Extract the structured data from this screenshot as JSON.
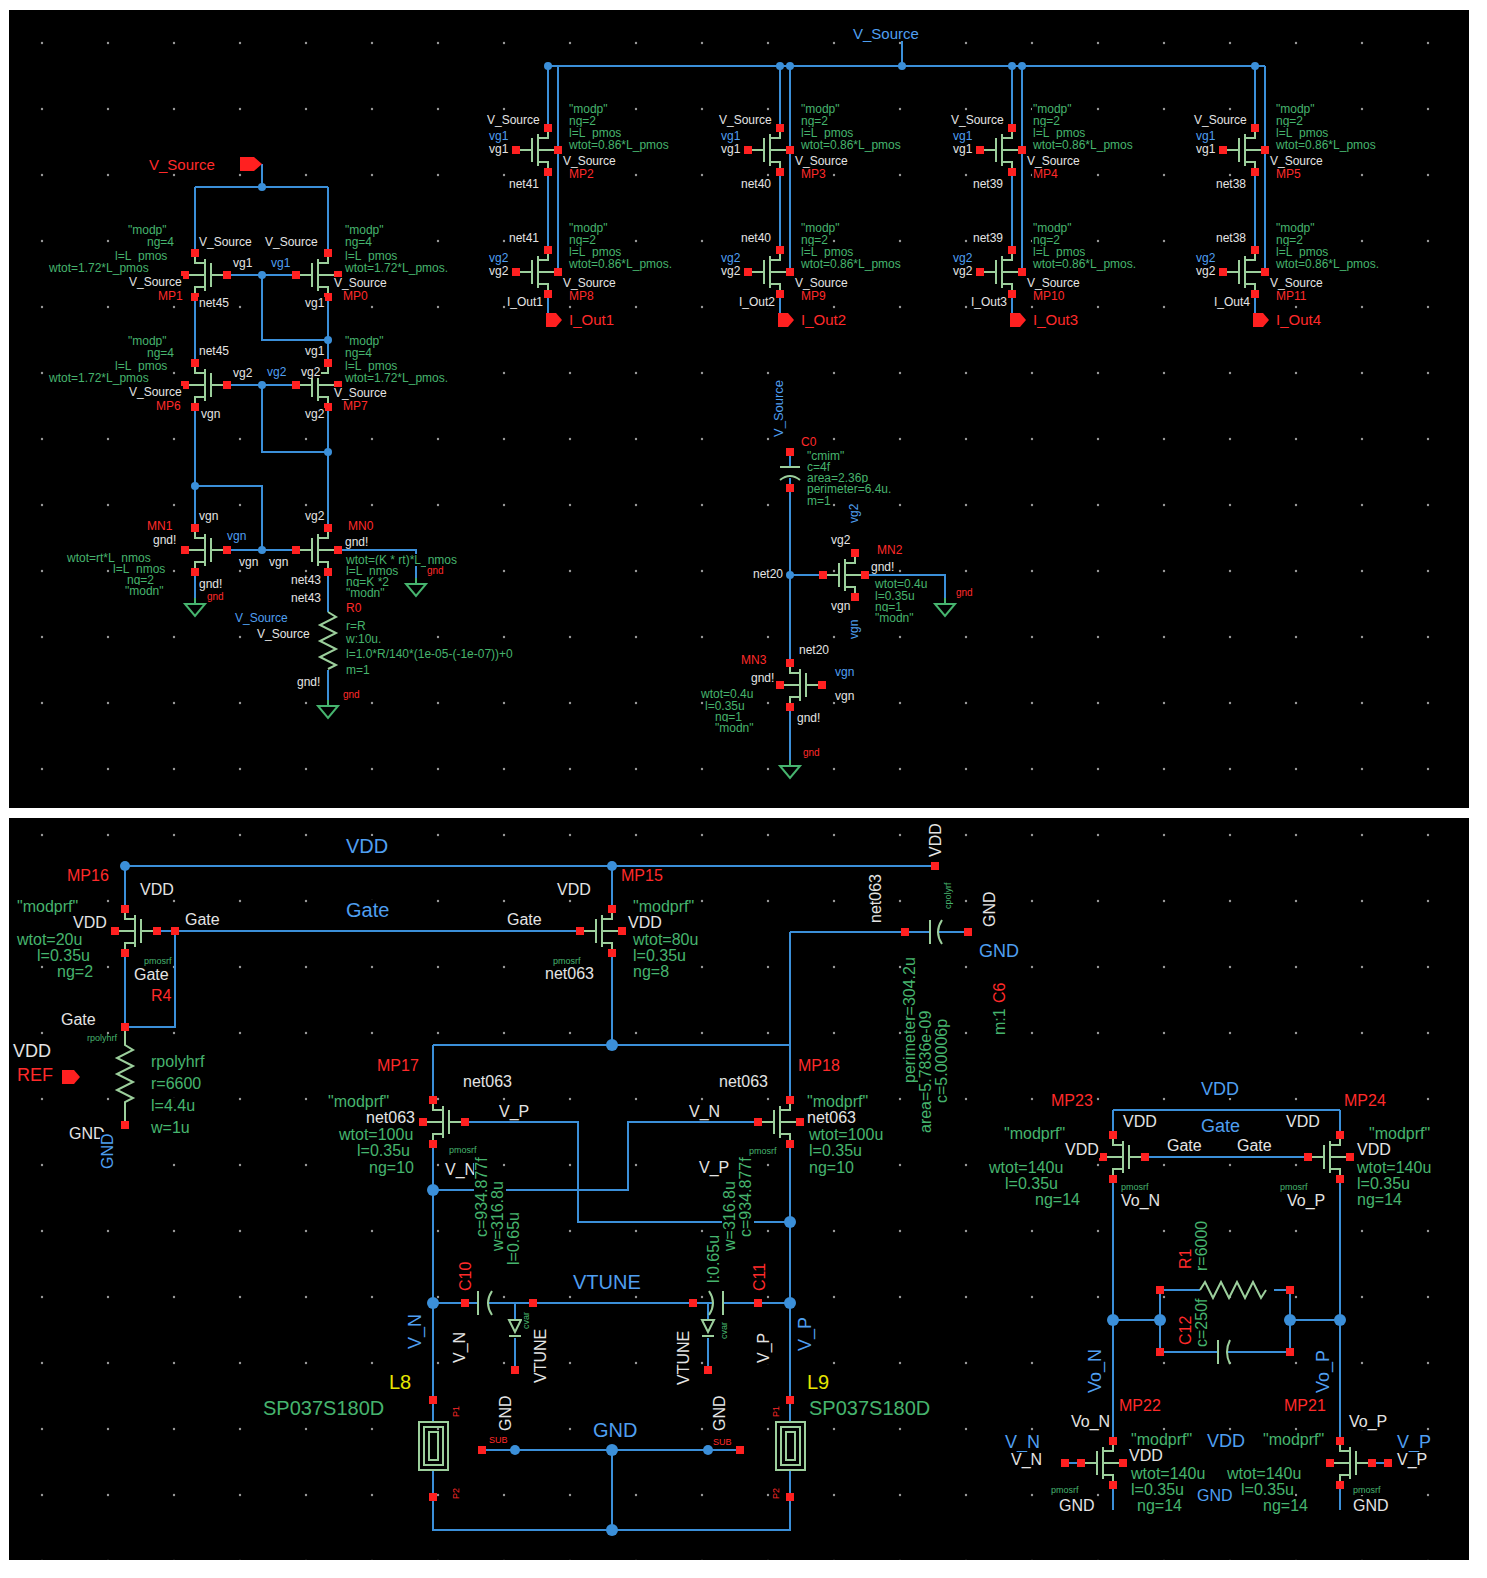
{
  "diagram": {
    "labels": [
      "V_Source",
      "V_Source",
      "\"modp\"",
      "ng=4",
      "l=L_pmos",
      "wtot=1.72*L_pmos",
      "V_Source",
      "V_Source",
      "MP1",
      "net45",
      "vg1",
      "\"modp\"",
      "ng=4",
      "l=L_pmos",
      "wtot=1.72*L_pmos.",
      "V_Source",
      "vg1",
      "V_Source",
      "MP0",
      "vg1",
      "\"modp\"",
      "ng=4",
      "l=L_pmos",
      "wtot=1.72*L_pmos",
      "net45",
      "vg2",
      "V_Source",
      "MP6",
      "vgn",
      "\"modp\"",
      "ng=4",
      "l=L_pmos",
      "wtot=1.72*L_pmos.",
      "vg1",
      "vg2",
      "vg2",
      "V_Source",
      "MP7",
      "vg2",
      "MN1",
      "vgn",
      "gnd!",
      "wtot=rt*L_nmos",
      "l=L_nmos",
      "ng=2",
      "\"modn\"",
      "gnd!",
      "gnd",
      "vgn",
      "vgn",
      "MN0",
      "vg2",
      "gnd!",
      "vgn",
      "wtot=(K * rt)*L_nmos",
      "l=L_nmos",
      "ng=K *2",
      "\"modn\"",
      "net43",
      "net43",
      "gnd",
      "R0",
      "r=R",
      "w:10u.",
      "l=1.0*R/140*(1e-05-(-1e-07))+0",
      "m=1",
      "V_Source",
      "V_Source",
      "gnd!",
      "gnd",
      "V_Source",
      "\"modp\"",
      "ng=2",
      "l=L_pmos",
      "wtot=0.86*L_pmos",
      "vg1",
      "vg1",
      "V_Source",
      "net41",
      "MP2",
      "net41",
      "\"modp\"",
      "ng=2",
      "l=L_pmos",
      "wtot=0.86*L_pmos.",
      "vg2",
      "vg2",
      "V_Source",
      "I_Out1",
      "MP8",
      "I_Out1",
      "V_Source",
      "\"modp\"",
      "ng=2",
      "l=L_pmos",
      "wtot=0.86*L_pmos",
      "vg1",
      "vg1",
      "V_Source",
      "net40",
      "MP3",
      "net40",
      "\"modp\"",
      "ng=2",
      "l=L_pmos",
      "wtot=0.86*L_pmos",
      "vg2",
      "vg2",
      "V_Source",
      "I_Out2",
      "MP9",
      "I_Out2",
      "V_Source",
      "\"modp\"",
      "ng=2",
      "l=L_pmos",
      "wtot=0.86*L_pmos",
      "vg1",
      "vg1",
      "V_Source",
      "net39",
      "MP4",
      "net39",
      "\"modp\"",
      "ng=2",
      "l=L_pmos",
      "wtot=0.86*L_pmos.",
      "vg2",
      "vg2",
      "V_Source",
      "I_Out3",
      "MP10",
      "I_Out3",
      "V_Source",
      "\"modp\"",
      "ng=2",
      "l=L_pmos",
      "wtot=0.86*L_pmos",
      "vg1",
      "vg1",
      "V_Source",
      "net38",
      "MP5",
      "net38",
      "\"modp\"",
      "ng=2",
      "l=L_pmos",
      "wtot=0.86*L_pmos.",
      "vg2",
      "vg2",
      "V_Source",
      "I_Out4",
      "MP11",
      "I_Out4",
      "V_Source",
      "C0",
      "\"cmim\"",
      "c=4f",
      "area=2.36p",
      "perimeter=6.4u.",
      "m=1",
      "vg2",
      "vg2",
      "MN2",
      "gnd!",
      "net20",
      "wtot=0.4u",
      "l=0.35u",
      "ng=1",
      "\"modn\"",
      "vgn",
      "vgn",
      "gnd",
      "net20",
      "MN3",
      "gnd!",
      "vgn",
      "vgn",
      "wtot=0.4u",
      "l=0.35u",
      "ng=1",
      "\"modn\"",
      "gnd!",
      "gnd",
      "VDD",
      "Gate",
      "VTUNE",
      "GND",
      "MP16",
      "VDD",
      "\"modprf\"",
      "VDD",
      "wtot=20u",
      "l=0.35u",
      "ng=2",
      "Gate",
      "pmosrf",
      "Gate",
      "R4",
      "Gate",
      "rpolyhrf",
      "rpolyhrf",
      "r=6600",
      "l=4.4u",
      "w=1u",
      "VDD",
      "REF",
      "GND",
      "GND",
      "VDD",
      "MP15",
      "\"modprf\"",
      "VDD",
      "Gate",
      "wtot=80u",
      "pmosrf",
      "l=0.35u",
      "net063",
      "ng=8",
      "VDD",
      "cpolyrf",
      "GND",
      "C6",
      "GND",
      "net063",
      "perimeter=304.2u",
      "area=5.7836e-09",
      "c=5.00006p",
      "m:1",
      "MP17",
      "net063",
      "\"modprf\"",
      "net063",
      "V_P",
      "wtot=100u",
      "l=0.35u",
      "pmosrf",
      "V_N",
      "ng=10",
      "MP18",
      "net063",
      "\"modprf\"",
      "V_N",
      "net063",
      "wtot=100u",
      "l=0.35u",
      "pmosrf",
      "V_P",
      "ng=10",
      "C10",
      "c=934.877f",
      "w=316.8u",
      "l=0.65u",
      "cvar",
      "V_N",
      "VTUNE",
      "GND",
      "C11",
      "l:0.65u",
      "w=316.8u",
      "c=934.877f",
      "cvar",
      "V_P",
      "VTUNE",
      "GND",
      "V_N",
      "V_P",
      "L8",
      "SP037S180D",
      "P1",
      "P2",
      "SUB",
      "L9",
      "SP037S180D",
      "P1",
      "P2",
      "SUB",
      "VDD",
      "MP23",
      "VDD",
      "\"modprf\"",
      "VDD",
      "wtot=140u",
      "l=0.35u",
      "ng=14",
      "Gate",
      "Gate",
      "pmosrf",
      "Vo_N",
      "MP24",
      "VDD",
      "\"modprf\"",
      "VDD",
      "Gate",
      "wtot=140u",
      "l=0.35u",
      "ng=14",
      "pmosrf",
      "Vo_P",
      "R1",
      "r=6000",
      "C12",
      "c=250f",
      "Vo_N",
      "Vo_P",
      "MP22",
      "Vo_N",
      "V_N",
      "V_N",
      "\"modprf\"",
      "VDD",
      "wtot=140u",
      "l=0.35u",
      "ng=14",
      "pmosrf",
      "GND",
      "MP21",
      "Vo_P",
      "V_P",
      "V_P",
      "\"modprf\"",
      "VDD",
      "wtot=140u",
      "l=0.35u",
      "GND",
      "ng=14",
      "pmosrf",
      "GND"
    ]
  }
}
